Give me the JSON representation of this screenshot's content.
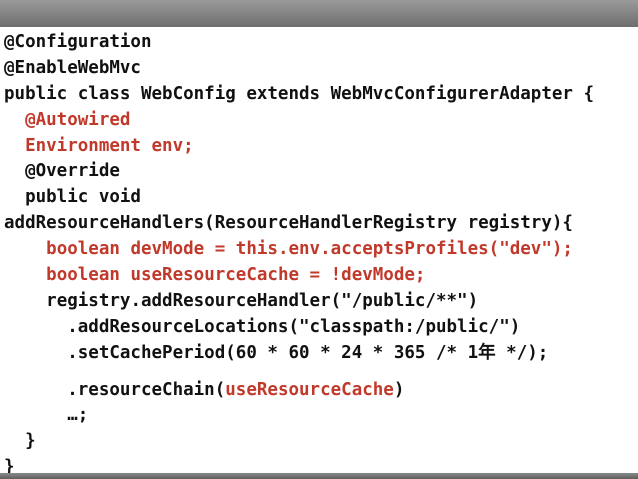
{
  "colors": {
    "text": "#111111",
    "highlight": "#c0392b",
    "bar": "#7a7a7a"
  },
  "code": {
    "lines": [
      {
        "indent": "",
        "parts": [
          {
            "text": "@Configuration",
            "hl": false
          }
        ]
      },
      {
        "indent": "",
        "parts": [
          {
            "text": "@EnableWebMvc",
            "hl": false
          }
        ]
      },
      {
        "indent": "",
        "parts": [
          {
            "text": "public class WebConfig extends WebMvcConfigurerAdapter {",
            "hl": false
          }
        ]
      },
      {
        "indent": "  ",
        "parts": [
          {
            "text": "@Autowired",
            "hl": true
          }
        ]
      },
      {
        "indent": "  ",
        "parts": [
          {
            "text": "Environment env;",
            "hl": true
          }
        ]
      },
      {
        "indent": "  ",
        "parts": [
          {
            "text": "@Override",
            "hl": false
          }
        ]
      },
      {
        "indent": "  ",
        "parts": [
          {
            "text": "public void",
            "hl": false
          }
        ]
      },
      {
        "indent": "",
        "parts": [
          {
            "text": "addResourceHandlers(ResourceHandlerRegistry registry){",
            "hl": false
          }
        ]
      },
      {
        "indent": "    ",
        "parts": [
          {
            "text": "boolean devMode = this.env.acceptsProfiles(\"dev\");",
            "hl": true
          }
        ]
      },
      {
        "indent": "    ",
        "parts": [
          {
            "text": "boolean useResourceCache = !devMode;",
            "hl": true
          }
        ]
      },
      {
        "indent": "    ",
        "parts": [
          {
            "text": "registry.addResourceHandler(\"/public/**\")",
            "hl": false
          }
        ]
      },
      {
        "indent": "      ",
        "parts": [
          {
            "text": ".addResourceLocations(\"classpath:/public/\")",
            "hl": false
          }
        ]
      },
      {
        "indent": "      ",
        "parts": [
          {
            "text": ".setCachePeriod(60 * 60 * 24 * 365 /* 1年 */);",
            "hl": false
          }
        ]
      },
      {
        "gap": true
      },
      {
        "indent": "      ",
        "parts": [
          {
            "text": ".resourceChain(",
            "hl": false
          },
          {
            "text": "useResourceCache",
            "hl": true
          },
          {
            "text": ")",
            "hl": false
          }
        ]
      },
      {
        "indent": "      ",
        "parts": [
          {
            "text": "…;",
            "hl": false
          }
        ]
      },
      {
        "indent": "  ",
        "parts": [
          {
            "text": "}",
            "hl": false
          }
        ]
      },
      {
        "indent": "",
        "parts": [
          {
            "text": "}",
            "hl": false
          }
        ]
      }
    ]
  }
}
